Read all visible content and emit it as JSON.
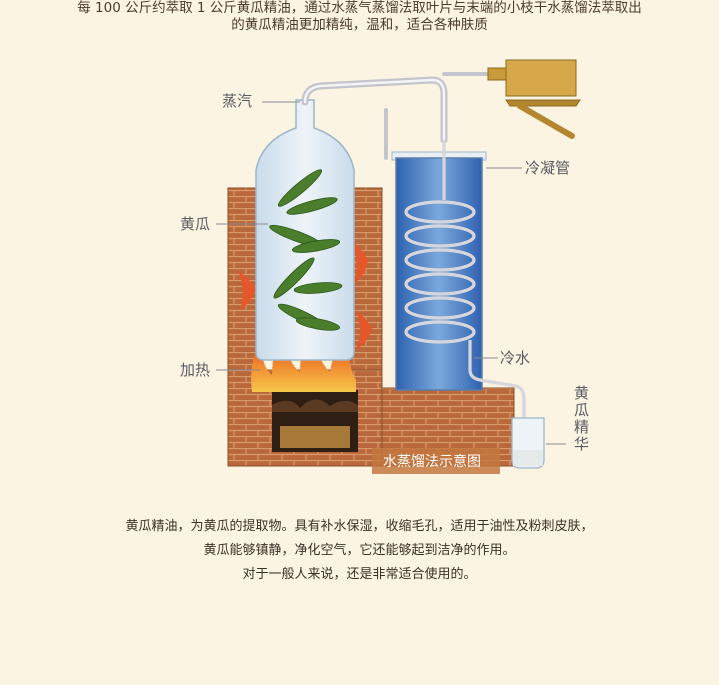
{
  "intro": {
    "line1": "每 100 公斤约萃取 1 公斤黄瓜精油，通过水蒸气蒸馏法取叶片与末端的小枝干水蒸馏法萃取出",
    "line2": "的黄瓜精油更加精纯，温和，适合各种肤质"
  },
  "diagram": {
    "labels": {
      "steam": "蒸汽",
      "cucumber": "黄瓜",
      "heating": "加热",
      "condenser": "冷凝管",
      "cold_water": "冷水",
      "essence_1": "黄",
      "essence_2": "瓜",
      "essence_3": "精",
      "essence_4": "华"
    },
    "caption": "水蒸馏法示意图",
    "colors": {
      "brick": "#b86a3c",
      "flame": "#e5572a",
      "glass": "#dce9f3",
      "water": "#4d84c4",
      "pipe": "#d8d8dc",
      "leaf": "#4a7d2c"
    }
  },
  "description": {
    "line1": "黄瓜精油，为黄瓜的提取物。具有补水保湿，收缩毛孔，适用于油性及粉刺皮肤，",
    "line2": "黄瓜能够镇静，净化空气，它还能够起到洁净的作用。",
    "line3": "对于一般人来说，还是非常适合使用的。"
  }
}
